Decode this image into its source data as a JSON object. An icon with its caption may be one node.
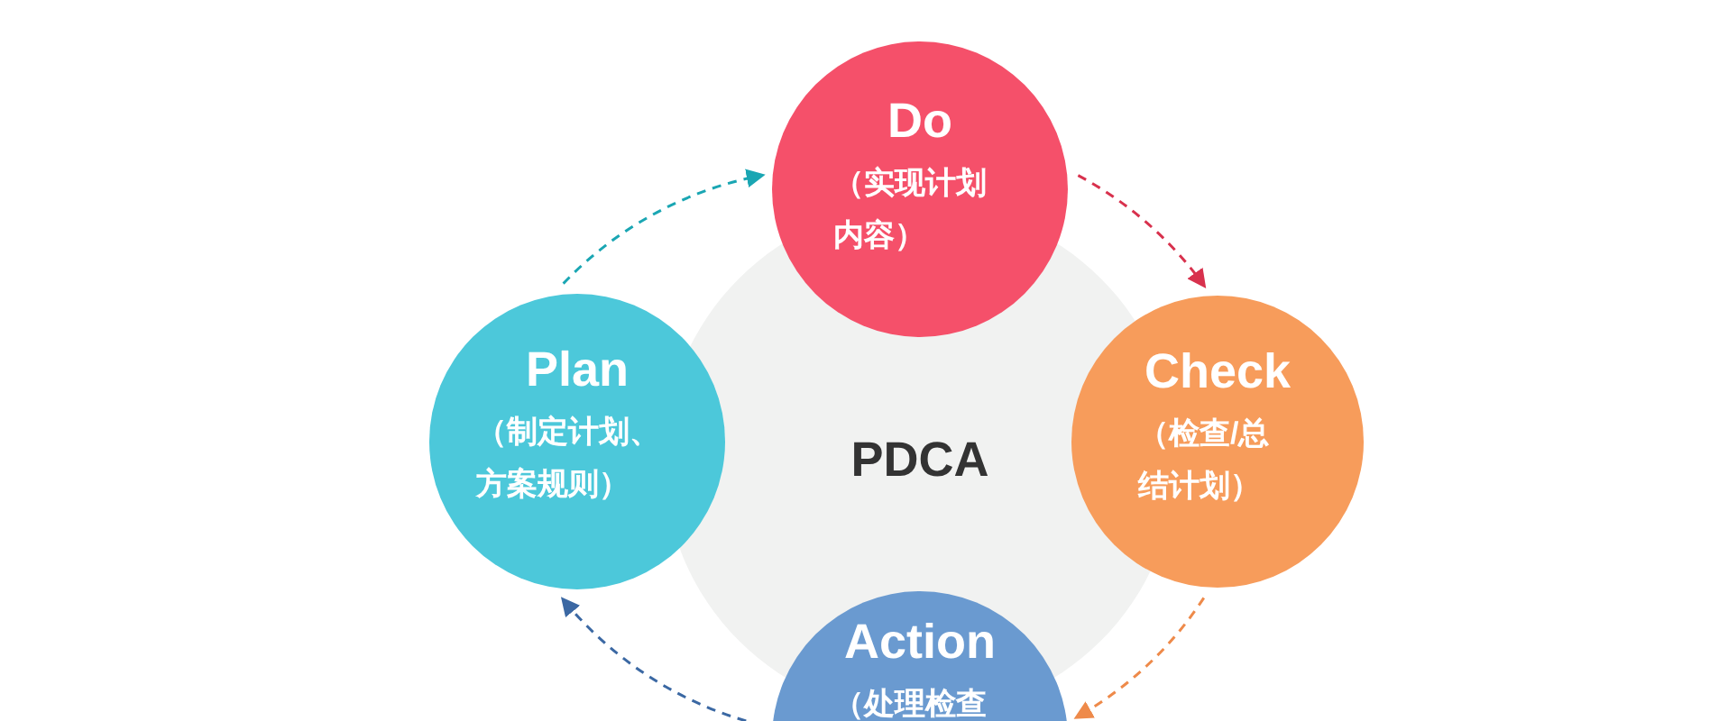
{
  "diagram": {
    "nodes": [
      {
        "text": [
          "PDCA"
        ]
      },
      {
        "text": [
          "Do",
          "（实现计划内容）"
        ]
      },
      {
        "text": [
          "Plan",
          "（制定计划、方案规则）"
        ]
      },
      {
        "text": [
          "Check",
          "（检查/总结计划）"
        ]
      },
      {
        "text": [
          "Action",
          "（处理检查"
        ]
      }
    ],
    "edges": [
      {
        "from": 2,
        "to": 1,
        "arrow": "to",
        "style": "dashed",
        "color": "#1aa6b3"
      },
      {
        "from": 1,
        "to": 3,
        "arrow": "to",
        "style": "dashed",
        "color": "#d8314d"
      },
      {
        "from": 3,
        "to": 4,
        "arrow": "to",
        "style": "dashed",
        "color": "#ee8a4a"
      },
      {
        "from": 4,
        "to": 2,
        "arrow": "to",
        "style": "dashed",
        "color": "#3b68a3"
      }
    ]
  }
}
